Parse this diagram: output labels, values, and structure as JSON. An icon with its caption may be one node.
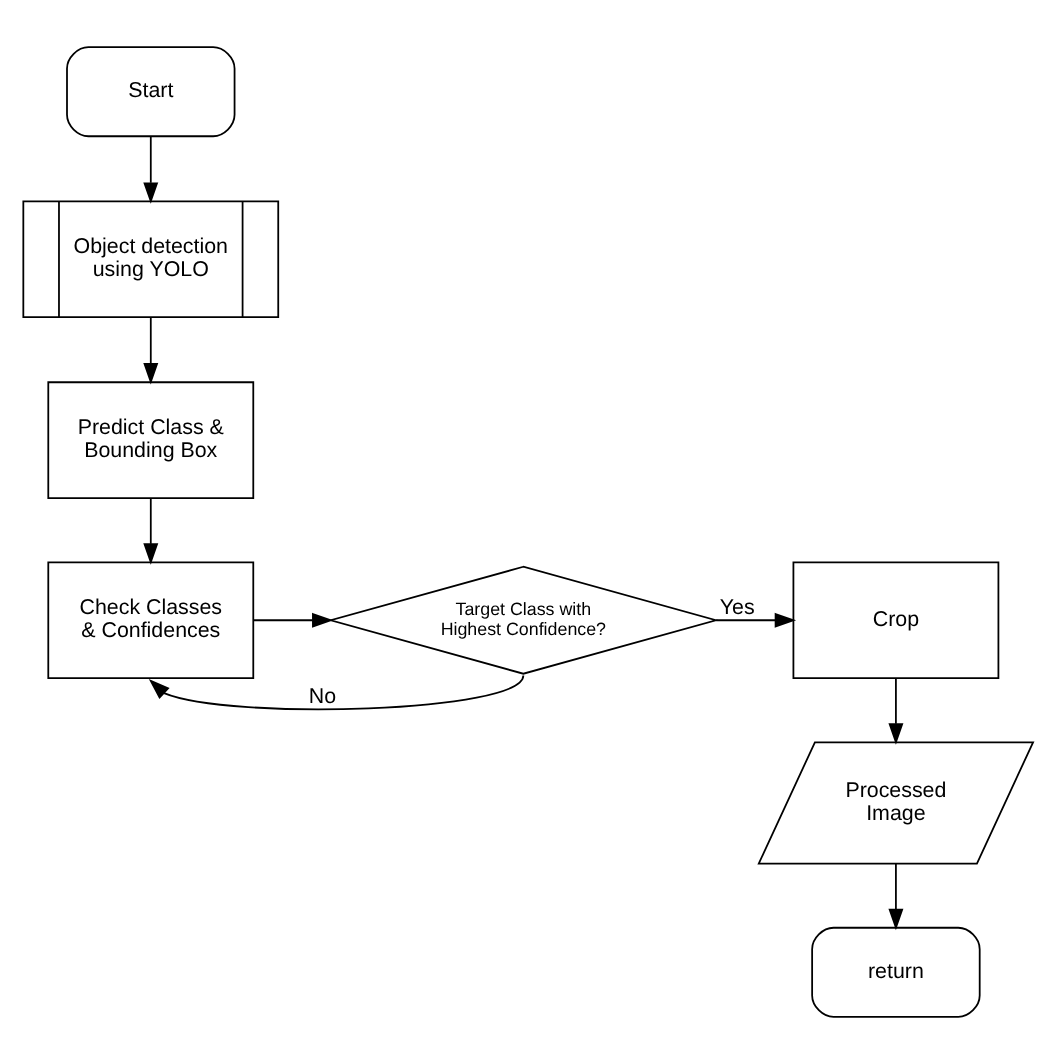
{
  "diagram": {
    "nodes": [
      {
        "text": [
          "Start"
        ]
      },
      {
        "text": [
          "Object detection using YOLO"
        ]
      },
      {
        "text": [
          "Predict Class & Bounding Box"
        ]
      },
      {
        "text": [
          "Check Classes & Confidences"
        ]
      },
      {
        "text": [
          "Target Class with Highest Confidence?"
        ]
      },
      {
        "text": [
          "Crop"
        ]
      },
      {
        "text": [
          "Processed Image"
        ]
      },
      {
        "text": [
          "return"
        ]
      }
    ],
    "edges": [
      {
        "from": 0,
        "to": 1,
        "arrow": "to"
      },
      {
        "from": 1,
        "to": 2,
        "arrow": "to"
      },
      {
        "from": 2,
        "to": 3,
        "arrow": "to"
      },
      {
        "from": 3,
        "to": 4,
        "arrow": "to"
      },
      {
        "from": 4,
        "to": 5,
        "arrow": "to",
        "label": "Yes"
      },
      {
        "from": 5,
        "to": 6,
        "arrow": "to"
      },
      {
        "from": 6,
        "to": 7,
        "arrow": "to"
      },
      {
        "from": 4,
        "to": 3,
        "arrow": "to",
        "label": "No"
      }
    ]
  }
}
